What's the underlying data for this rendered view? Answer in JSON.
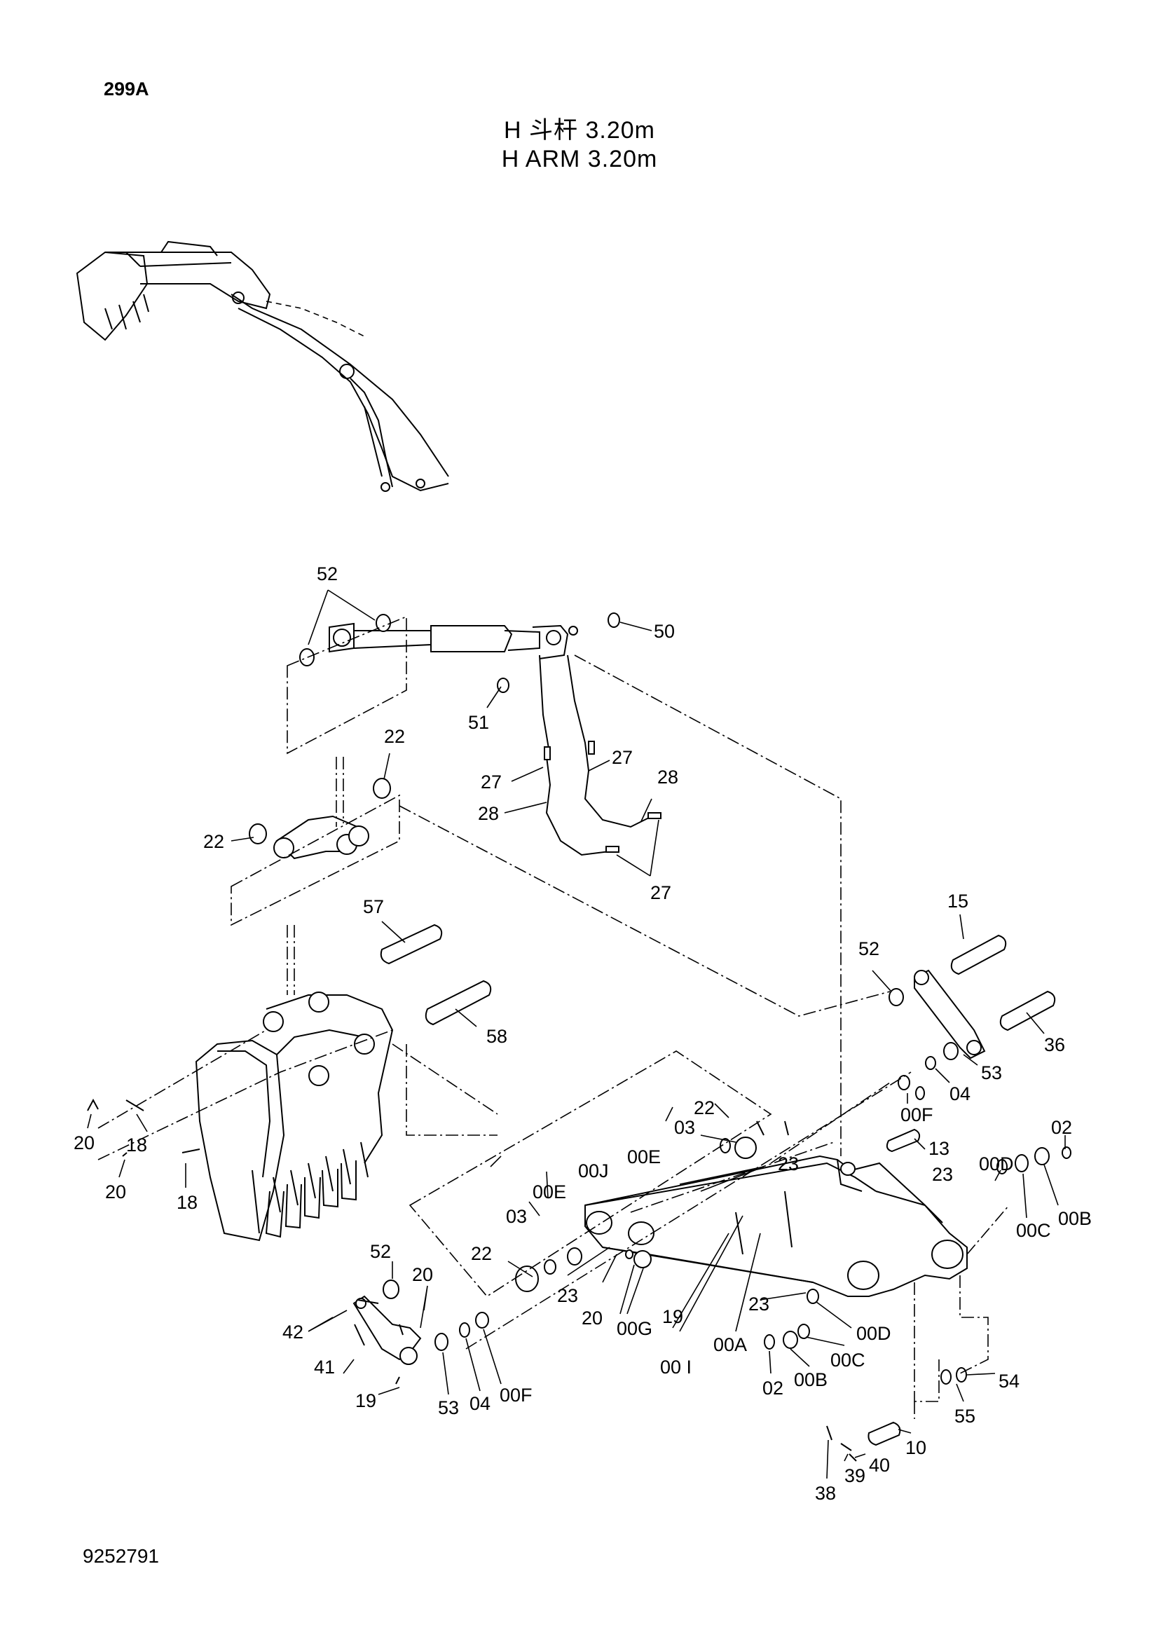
{
  "header": {
    "page_code": "299A",
    "title_cn": "H 斗杆  3.20m",
    "title_en": "H  ARM  3.20m"
  },
  "footer": {
    "doc_number": "9252791"
  },
  "callouts": [
    {
      "id": "c52a",
      "label": "52"
    },
    {
      "id": "c50",
      "label": "50"
    },
    {
      "id": "c51",
      "label": "51"
    },
    {
      "id": "c27a",
      "label": "27"
    },
    {
      "id": "c27b",
      "label": "27"
    },
    {
      "id": "c28a",
      "label": "28"
    },
    {
      "id": "c28b",
      "label": "28"
    },
    {
      "id": "c27c",
      "label": "27"
    },
    {
      "id": "c22a",
      "label": "22"
    },
    {
      "id": "c22b",
      "label": "22"
    },
    {
      "id": "c57",
      "label": "57"
    },
    {
      "id": "c58",
      "label": "58"
    },
    {
      "id": "c15",
      "label": "15"
    },
    {
      "id": "c52b",
      "label": "52"
    },
    {
      "id": "c36",
      "label": "36"
    },
    {
      "id": "c53a",
      "label": "53"
    },
    {
      "id": "c04a",
      "label": "04"
    },
    {
      "id": "c00Fa",
      "label": "00F"
    },
    {
      "id": "c13",
      "label": "13"
    },
    {
      "id": "c23a",
      "label": "23"
    },
    {
      "id": "c02a",
      "label": "02"
    },
    {
      "id": "c00Da",
      "label": "00D"
    },
    {
      "id": "c00Ba",
      "label": "00B"
    },
    {
      "id": "c00Ca",
      "label": "00C"
    },
    {
      "id": "c20a",
      "label": "20"
    },
    {
      "id": "c18a",
      "label": "18"
    },
    {
      "id": "c20b",
      "label": "20"
    },
    {
      "id": "c18b",
      "label": "18"
    },
    {
      "id": "c22c",
      "label": "22"
    },
    {
      "id": "c03a",
      "label": "03"
    },
    {
      "id": "c00E",
      "label": "00E"
    },
    {
      "id": "c23b",
      "label": "23"
    },
    {
      "id": "c00J",
      "label": "00J"
    },
    {
      "id": "c00Eb",
      "label": "00E"
    },
    {
      "id": "c03b",
      "label": "03"
    },
    {
      "id": "c22d",
      "label": "22"
    },
    {
      "id": "c23c",
      "label": "23"
    },
    {
      "id": "c52c",
      "label": "52"
    },
    {
      "id": "c20c",
      "label": "20"
    },
    {
      "id": "c42",
      "label": "42"
    },
    {
      "id": "c41",
      "label": "41"
    },
    {
      "id": "c19a",
      "label": "19"
    },
    {
      "id": "c53b",
      "label": "53"
    },
    {
      "id": "c04b",
      "label": "04"
    },
    {
      "id": "c00Fb",
      "label": "00F"
    },
    {
      "id": "c20d",
      "label": "20"
    },
    {
      "id": "c00G",
      "label": "00G"
    },
    {
      "id": "c19b",
      "label": "19"
    },
    {
      "id": "c23d",
      "label": "23"
    },
    {
      "id": "c00I",
      "label": "00 I"
    },
    {
      "id": "c00A",
      "label": "00A"
    },
    {
      "id": "c02b",
      "label": "02"
    },
    {
      "id": "c00Bb",
      "label": "00B"
    },
    {
      "id": "c00Cb",
      "label": "00C"
    },
    {
      "id": "c00Db",
      "label": "00D"
    },
    {
      "id": "c55",
      "label": "55"
    },
    {
      "id": "c54",
      "label": "54"
    },
    {
      "id": "c10",
      "label": "10"
    },
    {
      "id": "c38",
      "label": "38"
    },
    {
      "id": "c39",
      "label": "39"
    },
    {
      "id": "c40",
      "label": "40"
    }
  ]
}
